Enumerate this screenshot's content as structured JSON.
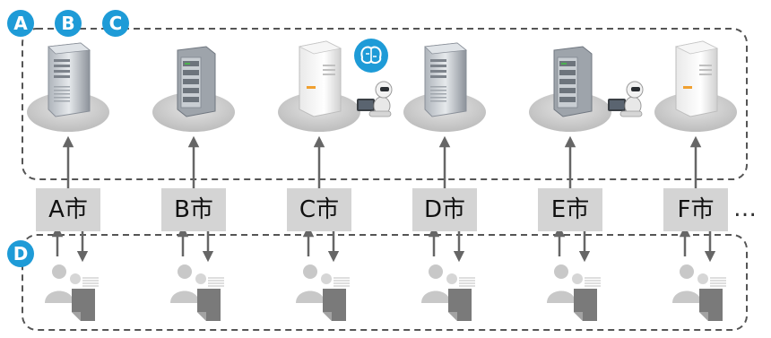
{
  "badges": {
    "a": "A",
    "b": "B",
    "c": "C",
    "d": "D"
  },
  "cities": [
    {
      "label": "A市",
      "server": "tower",
      "ai": false
    },
    {
      "label": "B市",
      "server": "rack",
      "ai": false
    },
    {
      "label": "C市",
      "server": "white",
      "ai": true,
      "brain": true
    },
    {
      "label": "D市",
      "server": "tower",
      "ai": false
    },
    {
      "label": "E市",
      "server": "rack",
      "ai": true,
      "brain": false
    },
    {
      "label": "F市",
      "server": "white",
      "ai": false
    }
  ],
  "ellipsis": "…",
  "colors": {
    "badge": "#1e9bd7",
    "arrow": "#666666",
    "dashed_border": "#555555",
    "label_bg": "#d4d4d4",
    "user_icon": "#c8c8c8",
    "document_icon": "#7a7a7a",
    "server_platform": "#c8c8c8"
  },
  "icons": [
    "server-icon",
    "rack-server-icon",
    "white-server-icon",
    "ai-robot-icon",
    "brain-icon",
    "user-icon",
    "document-icon"
  ]
}
